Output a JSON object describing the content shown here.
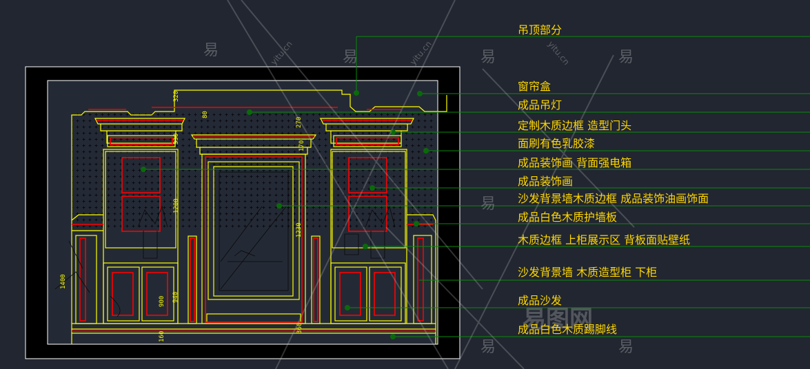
{
  "drawing": {
    "title": "沙发背景墙立面图",
    "dimensions": [
      "320",
      "80",
      "270",
      "330",
      "170",
      "1200",
      "1230",
      "1400",
      "900",
      "940",
      "160",
      "360"
    ]
  },
  "annotations": [
    "吊顶部分",
    "窗帘盒",
    "成品吊灯",
    "定制木质边框  造型门头",
    "面刷有色乳胶漆",
    "成品装饰画    背面强电箱",
    "成品装饰画",
    "沙发背景墙木质边框  成品装饰油画饰面",
    "成品白色木质护墙板",
    "木质边框  上柜展示区  背板面贴壁纸",
    "沙发背景墙  木质造型柜  下柜",
    "成品沙发",
    "成品白色木质踢脚线"
  ],
  "watermark": {
    "site": "yitu.cn",
    "glyph": "易",
    "logo": "易图网"
  },
  "colors": {
    "background": "#212630",
    "line_yellow": "#ffff00",
    "line_red": "#ff0000",
    "leader_green": "#00a000",
    "text": "#ffd700"
  }
}
